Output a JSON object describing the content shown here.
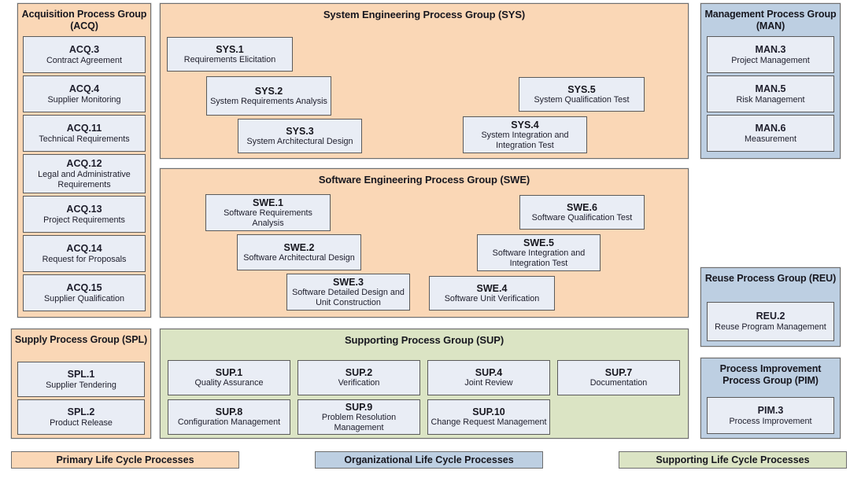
{
  "colors": {
    "primary_peach": "#fad7b6",
    "organizational_blue": "#bdcfe2",
    "supporting_green": "#dbe4c4",
    "box_fill": "#e9edf5",
    "border": "#5a5a5a"
  },
  "groups": {
    "acq": {
      "title": "Acquisition Process Group (ACQ)",
      "items": [
        {
          "id": "ACQ.3",
          "name": "Contract Agreement"
        },
        {
          "id": "ACQ.4",
          "name": "Supplier Monitoring"
        },
        {
          "id": "ACQ.11",
          "name": "Technical Requirements"
        },
        {
          "id": "ACQ.12",
          "name": "Legal and Administrative Requirements"
        },
        {
          "id": "ACQ.13",
          "name": "Project Requirements"
        },
        {
          "id": "ACQ.14",
          "name": "Request for Proposals"
        },
        {
          "id": "ACQ.15",
          "name": "Supplier Qualification"
        }
      ]
    },
    "spl": {
      "title": "Supply Process Group (SPL)",
      "items": [
        {
          "id": "SPL.1",
          "name": "Supplier Tendering"
        },
        {
          "id": "SPL.2",
          "name": "Product Release"
        }
      ]
    },
    "sys": {
      "title": "System Engineering Process Group (SYS)",
      "items": [
        {
          "id": "SYS.1",
          "name": "Requirements Elicitation"
        },
        {
          "id": "SYS.2",
          "name": "System Requirements Analysis"
        },
        {
          "id": "SYS.3",
          "name": "System Architectural Design"
        },
        {
          "id": "SYS.4",
          "name": "System Integration and Integration Test"
        },
        {
          "id": "SYS.5",
          "name": "System Qualification Test"
        }
      ]
    },
    "swe": {
      "title": "Software Engineering Process Group (SWE)",
      "items": [
        {
          "id": "SWE.1",
          "name": "Software Requirements Analysis"
        },
        {
          "id": "SWE.2",
          "name": "Software Architectural Design"
        },
        {
          "id": "SWE.3",
          "name": "Software Detailed Design and Unit Construction"
        },
        {
          "id": "SWE.4",
          "name": "Software Unit Verification"
        },
        {
          "id": "SWE.5",
          "name": "Software Integration and Integration Test"
        },
        {
          "id": "SWE.6",
          "name": "Software Qualification Test"
        }
      ]
    },
    "sup": {
      "title": "Supporting Process Group (SUP)",
      "items": [
        {
          "id": "SUP.1",
          "name": "Quality Assurance"
        },
        {
          "id": "SUP.2",
          "name": "Verification"
        },
        {
          "id": "SUP.4",
          "name": "Joint Review"
        },
        {
          "id": "SUP.7",
          "name": "Documentation"
        },
        {
          "id": "SUP.8",
          "name": "Configuration Management"
        },
        {
          "id": "SUP.9",
          "name": "Problem Resolution Management"
        },
        {
          "id": "SUP.10",
          "name": "Change Request Management"
        }
      ]
    },
    "man": {
      "title": "Management Process Group (MAN)",
      "items": [
        {
          "id": "MAN.3",
          "name": "Project Management"
        },
        {
          "id": "MAN.5",
          "name": "Risk Management"
        },
        {
          "id": "MAN.6",
          "name": "Measurement"
        }
      ]
    },
    "reu": {
      "title": "Reuse Process Group (REU)",
      "items": [
        {
          "id": "REU.2",
          "name": "Reuse Program Management"
        }
      ]
    },
    "pim": {
      "title": "Process Improvement Process Group (PIM)",
      "items": [
        {
          "id": "PIM.3",
          "name": "Process Improvement"
        }
      ]
    }
  },
  "legend": [
    {
      "label": "Primary Life Cycle Processes",
      "color": "#fad7b6"
    },
    {
      "label": "Organizational Life Cycle Processes",
      "color": "#bdcfe2"
    },
    {
      "label": "Supporting Life Cycle Processes",
      "color": "#dbe4c4"
    }
  ]
}
